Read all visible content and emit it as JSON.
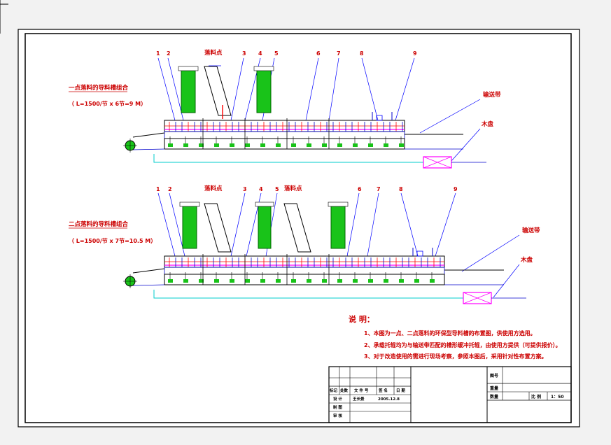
{
  "diagram1": {
    "title": "一点落料的导料槽组合",
    "spec": "（ L=1500/节 x 6节=9 M）",
    "numbers": [
      "1",
      "2",
      "3",
      "4",
      "5",
      "6",
      "7",
      "8",
      "9"
    ],
    "drop_label": "落料点",
    "belt_label": "输送带",
    "wood_label": "木盘"
  },
  "diagram2": {
    "title": "二点落料的导料槽组合",
    "spec": "（ L=1500/节 x 7节=10.5 M）",
    "numbers": [
      "1",
      "2",
      "3",
      "4",
      "5",
      "6",
      "7",
      "8",
      "9"
    ],
    "drop_label_1": "落料点",
    "drop_label_2": "落料点",
    "belt_label": "输送带",
    "wood_label": "木盘"
  },
  "notes": {
    "heading": "说  明：",
    "items": [
      "1、本图为一点、二点落料的环保型导料槽的布置图，供使用方选用。",
      "2、承载托辊均为与输送带匹配的槽形缓冲托辊，由使用方提供（可提供报价）。",
      "3、对于改造使用的需进行现场考察，参照本图后，采用针对性布置方案。"
    ]
  },
  "title_block": {
    "cols": [
      "标记",
      "处数",
      "文 件 号",
      "签 名",
      "日 期"
    ],
    "rows": [
      [
        "设  计",
        "王长景",
        "",
        "2005.12.8",
        ""
      ],
      [
        "制  图",
        "",
        "",
        "",
        ""
      ],
      [
        "审  核",
        "",
        "",
        "",
        ""
      ]
    ],
    "drawing_no": "图号",
    "weight": "重量",
    "qty": "数量",
    "scale_label": "比 例",
    "scale": "1：50"
  },
  "colors": {
    "frame": "#000000",
    "structure": "#0000cc",
    "hopper": "#19c319",
    "roller": "#ff00ff",
    "flow": "#ff0000",
    "callout": "#0000ff",
    "text": "#cc0000",
    "conduit": "#00cccc"
  }
}
